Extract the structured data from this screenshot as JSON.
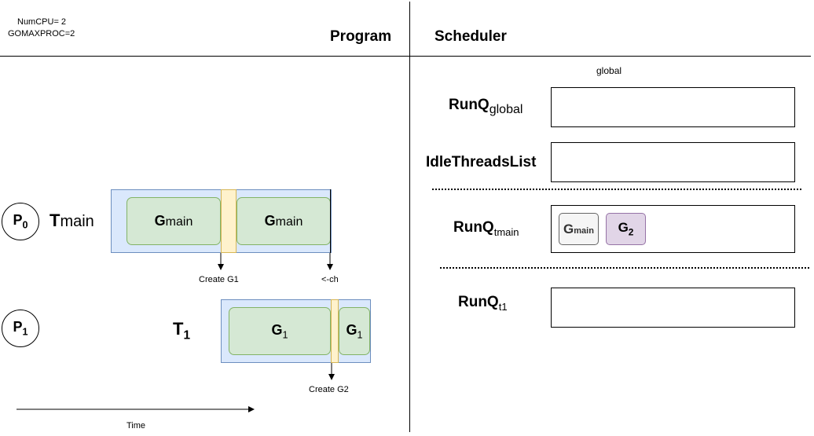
{
  "config": {
    "numcpu": "NumCPU= 2",
    "gomaxproc": "GOMAXPROC=2"
  },
  "headers": {
    "program": "Program",
    "scheduler": "Scheduler"
  },
  "processors": [
    {
      "base": "P",
      "sub": "0"
    },
    {
      "base": "P",
      "sub": "1"
    }
  ],
  "threads": [
    {
      "base": "T",
      "sub": "main"
    },
    {
      "base": "T",
      "sub": "1"
    }
  ],
  "program_row_main": {
    "goroutine_1": {
      "base": "G",
      "sub": "main"
    },
    "goroutine_2": {
      "base": "G",
      "sub": "main"
    },
    "arrow_1_label": "Create G1",
    "arrow_2_label": "<-ch"
  },
  "program_row_t1": {
    "goroutine_1": {
      "base": "G",
      "sub": "1"
    },
    "goroutine_2": {
      "base": "G",
      "sub": "1"
    },
    "arrow_label": "Create G2"
  },
  "time_axis": {
    "label": "Time"
  },
  "scheduler": {
    "global_caption": "global",
    "runq_global": {
      "base": "RunQ",
      "sub": "global"
    },
    "idle_threads": "IdleThreadsList",
    "runq_tmain": {
      "base": "RunQ",
      "sub": "tmain"
    },
    "runq_t1": {
      "base": "RunQ",
      "sub": "t1"
    },
    "tmain_queue": [
      {
        "base": "G",
        "sub": "main",
        "color": "#f5f5f5",
        "border": "#666666",
        "text": "#333333"
      },
      {
        "base": "G",
        "sub": "2",
        "color": "#e1d5e7",
        "border": "#9673a6",
        "text": "#000000"
      }
    ]
  }
}
